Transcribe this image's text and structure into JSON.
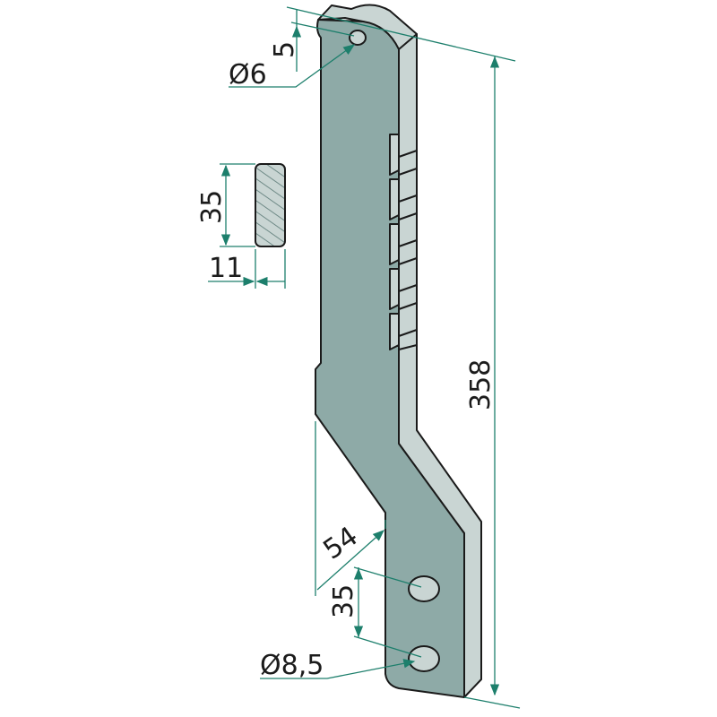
{
  "dimensions": {
    "top_hole_diameter": "Ø6",
    "top_hole_offset": "5",
    "section_height": "35",
    "section_width": "11",
    "total_length": "358",
    "offset": "54",
    "hole_spacing": "35",
    "bottom_hole_diameter": "Ø8,5"
  },
  "colors": {
    "front_face": "#8eaaa7",
    "side_face": "#c9d5d3",
    "dimension_line": "#1d7f6c"
  }
}
